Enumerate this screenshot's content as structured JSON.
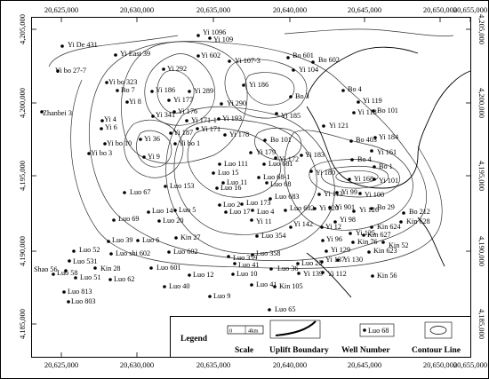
{
  "map": {
    "x_ticks": [
      "20,625,000",
      "20,630,000",
      "20,635,000",
      "20,640,000",
      "20,645,000",
      "20,650,000",
      "20,655,000"
    ],
    "y_ticks": [
      "4,205,000",
      "4,200,000",
      "4,195,000",
      "4,190,000",
      "4,185,000"
    ]
  },
  "legend": {
    "title": "Legend",
    "scale_value": "4km",
    "scale_zero": "0",
    "scale_label": "Scale",
    "uplift_label": "Uplift Boundary",
    "well_sample": "Luo 68",
    "well_label": "Well Number",
    "contour_label": "Contour Line"
  },
  "wells": [
    "Yi De 431",
    "Yi East 39",
    "Yi 1096",
    "Yi 109",
    "Yi bo 27-7",
    "Yi 602",
    "Yi 107-3",
    "Bo 601",
    "Bo 602",
    "Yi 104",
    "Yi bo 323",
    "Bo 7",
    "Yi 292",
    "Yi 186",
    "Yi 289",
    "Yi 186",
    "Yi 177",
    "Yi 290",
    "Yi 185",
    "Bo 3",
    "Bo 4",
    "Yi 119",
    "Yi 118",
    "Bo 101",
    "Zhanbei 3",
    "Yi 4",
    "Yi 6",
    "Yi 8",
    "Yi 341",
    "Yi 176",
    "Yi 171-1",
    "Yi 193",
    "Yi 171",
    "Yi 187",
    "Yi 121",
    "Yi 178",
    "Bo 101",
    "Bo 403",
    "Yi 184",
    "Yi 161",
    "Yi bo 10",
    "Yi 36",
    "Yi bo 1",
    "Yi bo 3",
    "Yi 9",
    "Yi 179",
    "Yi 172",
    "Yi 183",
    "Bo 4",
    "Bo 1",
    "Luo 111",
    "Luo 681",
    "Luo 15",
    "Luo 11",
    "Yi 180",
    "Yi 168",
    "Yi 101",
    "Luo 153",
    "Luo 67",
    "Luo 16",
    "Luo 68-1",
    "Luo 68",
    "Yi 113",
    "Yi 99",
    "Yi 100",
    "Luo 683",
    "Luo 173",
    "Luo 682",
    "Luo 2",
    "Luo 17",
    "Luo 5",
    "Luo 14",
    "Luo 4",
    "Yi 11",
    "Yi 142",
    "Yi 120",
    "Yi 901",
    "Yi 126",
    "Bo 29",
    "Bo 212",
    "Luo 69",
    "Luo 20",
    "Yi 98",
    "Yi 12",
    "Kin 628",
    "Kin 624",
    "Yi 125",
    "Kin 627",
    "Luo 354",
    "Kin 27",
    "Luo 39",
    "Luo 6",
    "Yi 96",
    "Kin 76",
    "Kin 52",
    "Luo 52",
    "Luo 602",
    "Yi 129",
    "Kin 623",
    "Yi 130",
    "Luo 531",
    "Luo shi 602",
    "Luo 359",
    "Luo 358",
    "Luo 25",
    "Yi 137",
    "Shao 56",
    "Kin 28",
    "Luo 58",
    "Luo 601",
    "Luo 41",
    "Luo 36",
    "Yi 139",
    "Yi 112",
    "Luo 51",
    "Luo 62",
    "Luo 12",
    "Luo 10",
    "Kin 56",
    "Luo 813",
    "Luo 40",
    "Luo 41",
    "Kin 105",
    "Luo 803",
    "Luo 9",
    "Luo 65"
  ]
}
